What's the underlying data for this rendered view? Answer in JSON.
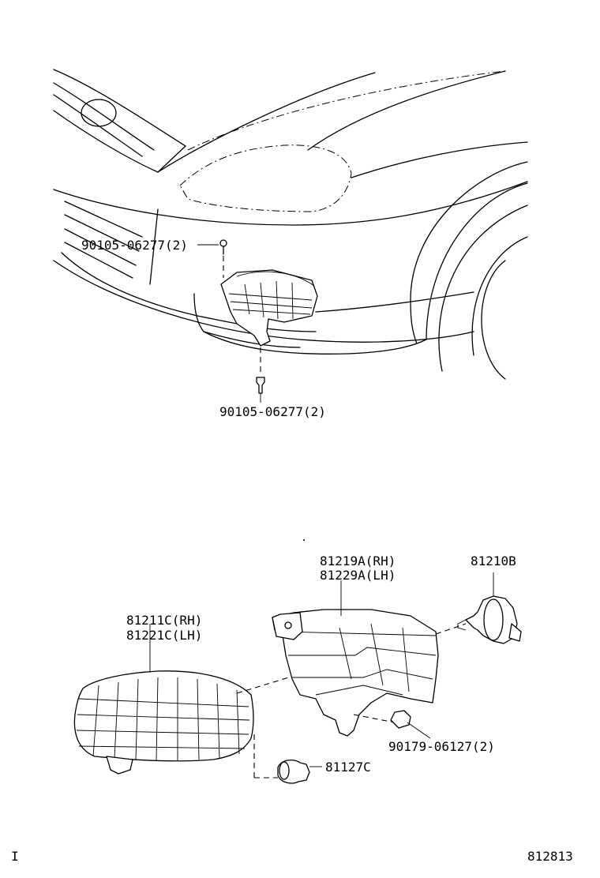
{
  "labels": {
    "top_bolt_upper": "90105-06277(2)",
    "top_bolt_lower": "90105-06277(2)",
    "housing_rh": "81219A(RH)",
    "housing_lh": "81229A(LH)",
    "bulb_main": "81210B",
    "lens_rh": "81211C(RH)",
    "lens_lh": "81221C(LH)",
    "clip": "90179-06127(2)",
    "socket": "81127C",
    "corner_mark": "I",
    "diagram_number": "812813"
  }
}
